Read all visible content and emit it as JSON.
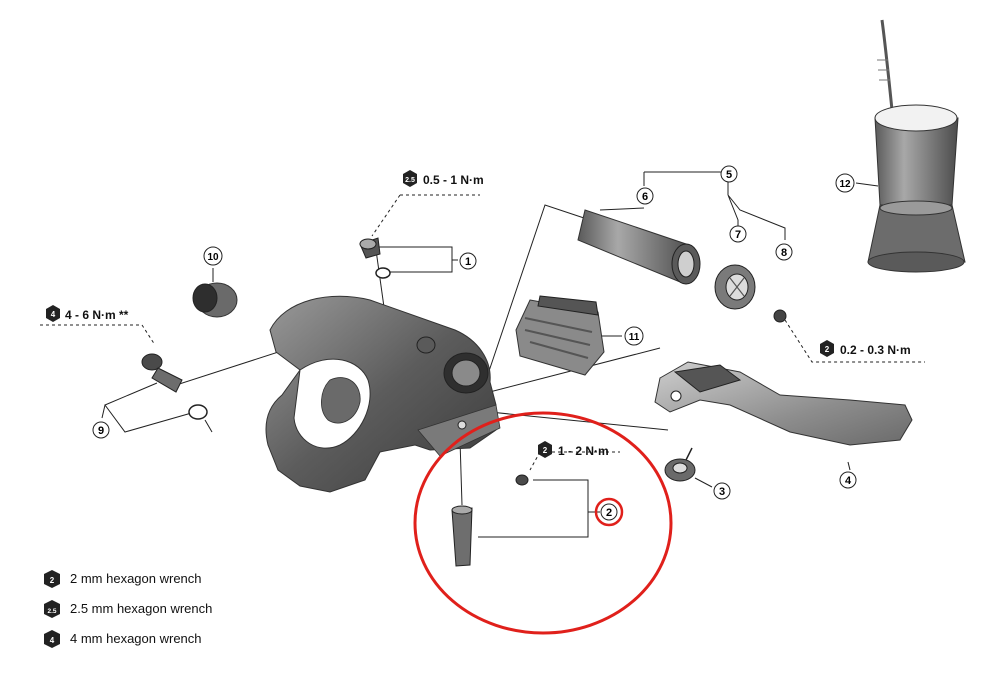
{
  "callouts": [
    "1",
    "2",
    "3",
    "4",
    "5",
    "6",
    "7",
    "8",
    "9",
    "10",
    "11",
    "12"
  ],
  "torques": {
    "screw_1": {
      "badge": "2.5",
      "value": "0.5 - 1 N·m"
    },
    "bolt_9": {
      "badge": "4",
      "value": "4 - 6 N·m **"
    },
    "screw_8": {
      "badge": "2",
      "value": "0.2 - 0.3 N·m"
    },
    "screw_2": {
      "badge": "2",
      "value": "1 - 2 N·m"
    }
  },
  "legend": [
    {
      "badge": "2",
      "label": "2 mm hexagon wrench"
    },
    {
      "badge": "2.5",
      "label": "2.5 mm hexagon wrench"
    },
    {
      "badge": "4",
      "label": "4 mm hexagon wrench"
    }
  ],
  "highlight": {
    "color": "#e0201b",
    "target_callout": "2"
  },
  "colors": {
    "part_dark": "#4a4a4a",
    "part_mid": "#7c7c7c",
    "part_light": "#b4b4b4",
    "line": "#222222"
  }
}
